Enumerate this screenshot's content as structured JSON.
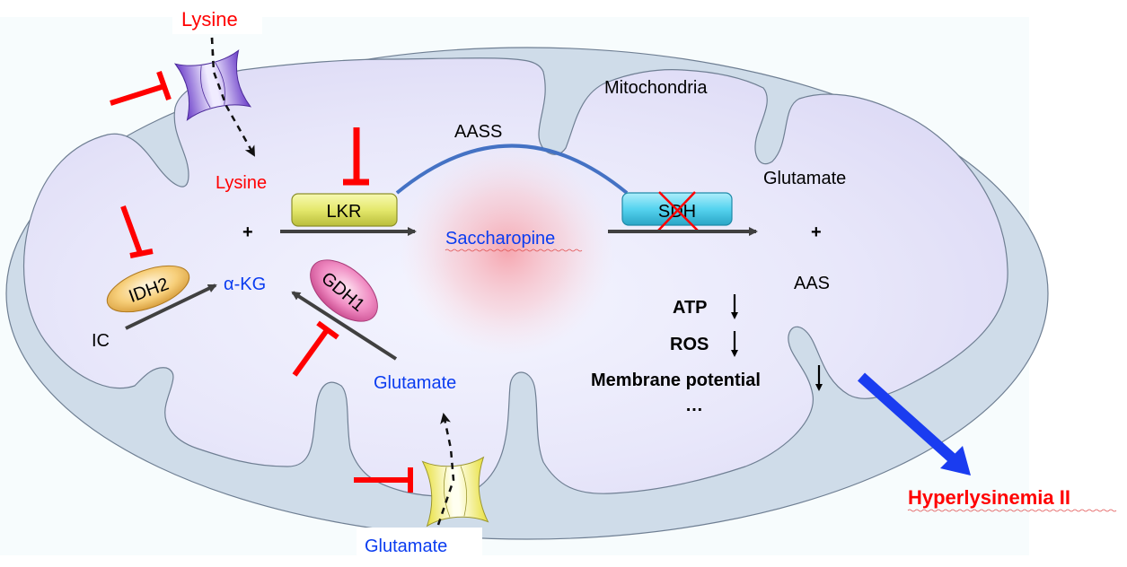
{
  "diagram": {
    "title": "Mitochondria",
    "compartment": "Mitochondria",
    "outcome": {
      "label": "Hyperlysinemia II",
      "color": "#ff0000"
    },
    "labels": {
      "lysine_outside": "Lysine",
      "lysine_inside": "Lysine",
      "plus_left": "+",
      "akg": "α-KG",
      "ic": "IC",
      "glutamate_inside": "Glutamate",
      "glutamate_outside": "Glutamate",
      "saccharopine": "Saccharopine",
      "glutamate_product": "Glutamate",
      "plus_right": "+",
      "aas": "AAS",
      "aass": "AASS"
    },
    "enzymes": {
      "lkr": {
        "label": "LKR",
        "color": "#e6ea6e"
      },
      "sdh": {
        "label": "SDH",
        "color": "#4fd2ee",
        "blocked": true
      },
      "idh2": {
        "label": "IDH2",
        "color": "#f5c768"
      },
      "gdh1": {
        "label": "GDH1",
        "color": "#ee7fbc"
      }
    },
    "transporters": [
      {
        "name": "lysine-transporter",
        "color": "#8b5fd9",
        "substrate": "Lysine"
      },
      {
        "name": "glutamate-transporter",
        "color": "#f4f07a",
        "substrate": "Glutamate"
      }
    ],
    "effects": [
      {
        "label": "ATP",
        "direction": "down"
      },
      {
        "label": "ROS",
        "direction": "down"
      },
      {
        "label": "Membrane potential",
        "direction": "down"
      },
      {
        "label": "…",
        "direction": ""
      }
    ],
    "inhibition_color": "#ff0000",
    "colors": {
      "outer_membrane": "#cfdce9",
      "matrix": "#e4e2f8",
      "aass_arc": "#4472c4",
      "pathway_arrow": "#404040",
      "outcome_arrow": "#1a3cf0"
    }
  }
}
